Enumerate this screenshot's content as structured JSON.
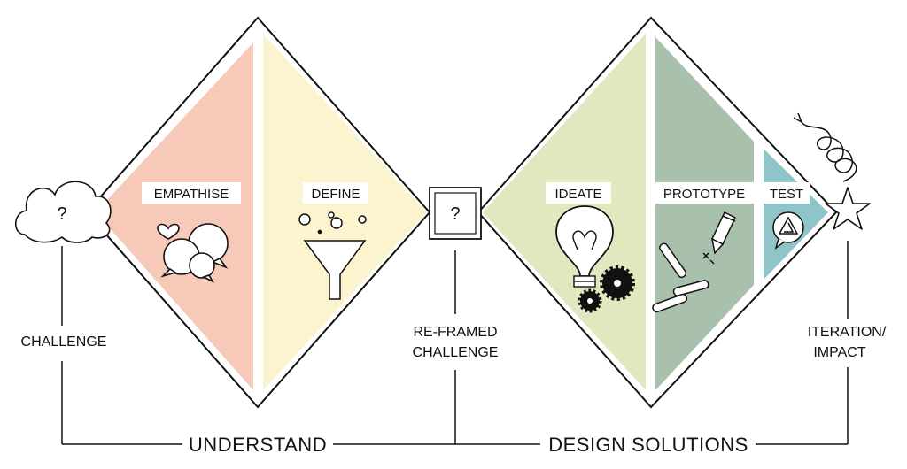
{
  "stages": [
    {
      "id": "empathise",
      "label": "EMPATHISE",
      "color": "#f6c9b8",
      "icon": "speech-bubbles-heart-icon"
    },
    {
      "id": "define",
      "label": "DEFINE",
      "color": "#fbf4cf",
      "icon": "funnel-icon"
    },
    {
      "id": "ideate",
      "label": "IDEATE",
      "color": "#dfe8be",
      "icon": "lightbulb-gears-icon"
    },
    {
      "id": "prototype",
      "label": "PROTOTYPE",
      "color": "#a9c1ac",
      "icon": "pencil-tools-icon"
    },
    {
      "id": "test",
      "label": "TEST",
      "color": "#8fc4c9",
      "icon": "test-triangle-icon"
    }
  ],
  "side_labels": {
    "challenge": "CHALLENGE",
    "reframed_line1": "RE-FRAMED",
    "reframed_line2": "CHALLENGE",
    "iteration_line1": "ITERATION/",
    "iteration_line2": "IMPACT"
  },
  "phases": {
    "understand": "UNDERSTAND",
    "design_solutions": "DESIGN SOLUTIONS"
  },
  "symbols": {
    "cloud_mark": "?",
    "box_mark": "?"
  }
}
